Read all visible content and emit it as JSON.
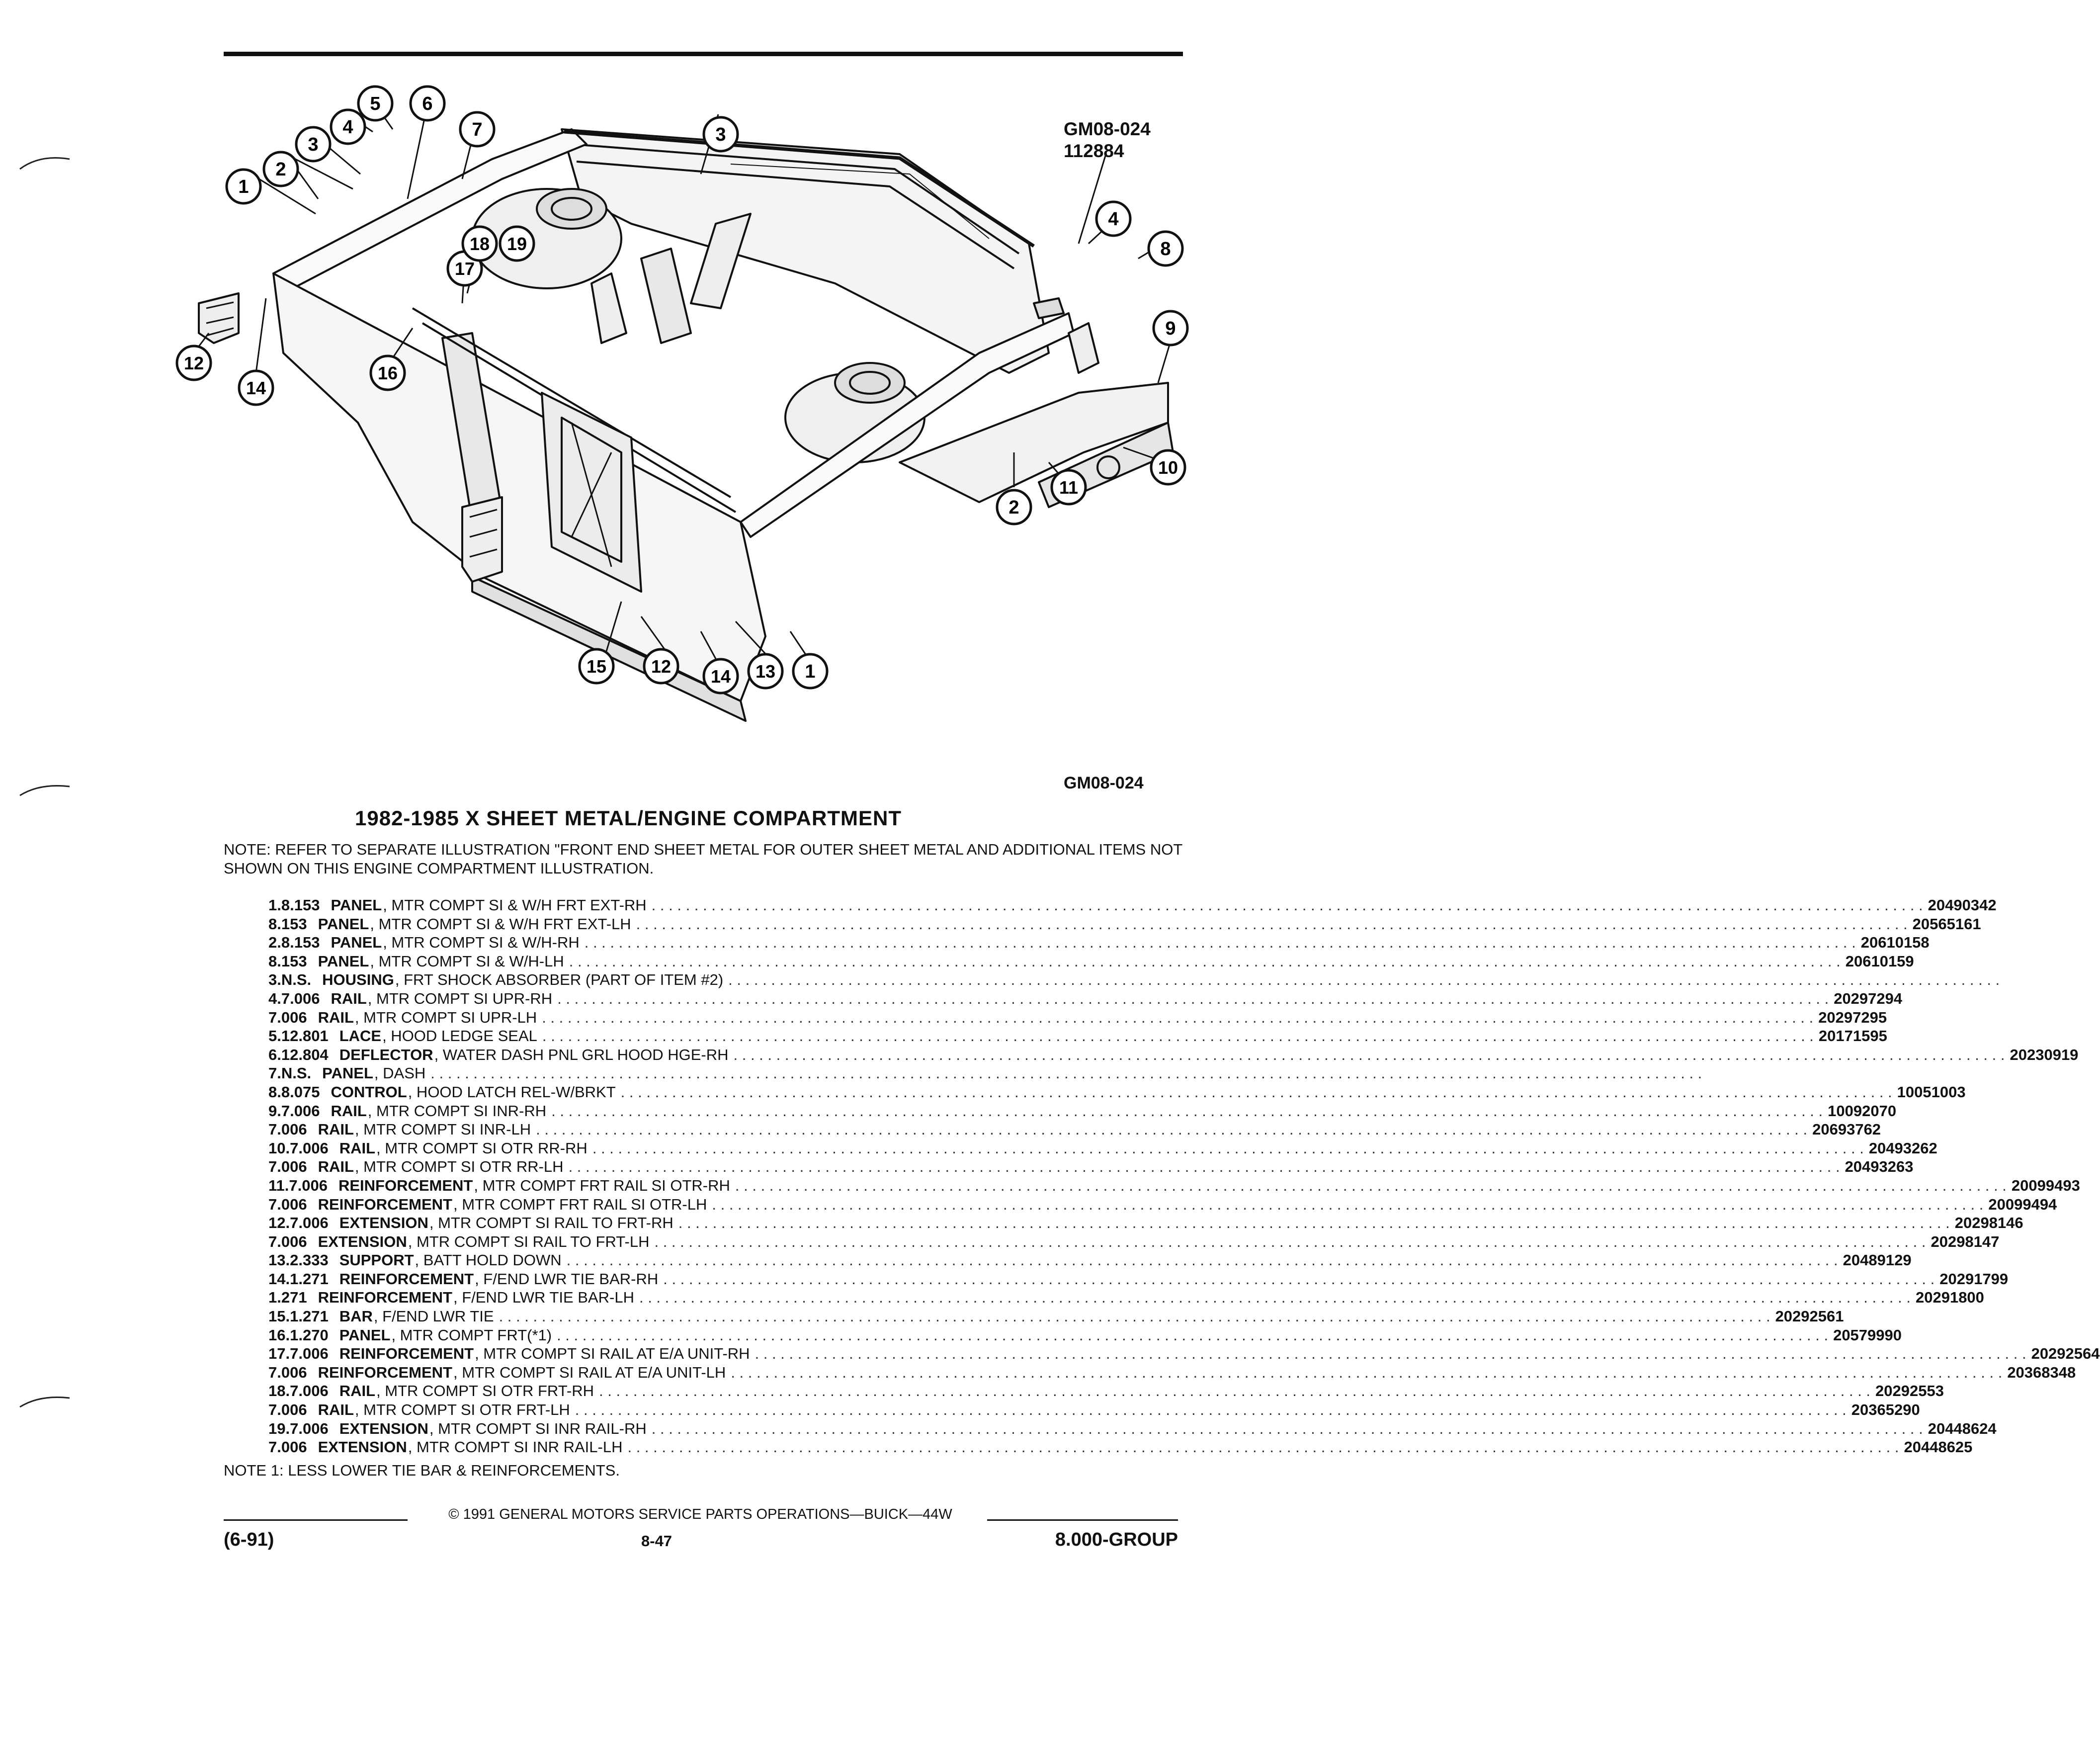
{
  "header": {
    "figure_code_top": "GM08-024",
    "figure_date": "112884",
    "figure_code_bottom": "GM08-024"
  },
  "callouts": [
    "1",
    "2",
    "3",
    "4",
    "5",
    "6",
    "7",
    "3",
    "2",
    "1",
    "4",
    "8",
    "9",
    "10",
    "11",
    "2",
    "12",
    "13",
    "14",
    "15",
    "16",
    "17",
    "18",
    "19",
    "12",
    "14",
    "1"
  ],
  "title": "1982-1985 X SHEET METAL/ENGINE COMPARTMENT",
  "note": "NOTE:  REFER TO SEPARATE ILLUSTRATION \"FRONT END SHEET METAL FOR OUTER SHEET METAL AND ADDITIONAL ITEMS NOT SHOWN ON THIS ENGINE COMPARTMENT ILLUSTRATION.",
  "parts": [
    {
      "item": "1.",
      "ref": "8.153",
      "noun": "PANEL",
      "desc": ", MTR COMPT SI & W/H FRT EXT-RH",
      "pn": "20490342"
    },
    {
      "item": "",
      "ref": "8.153",
      "noun": "PANEL",
      "desc": ", MTR COMPT SI & W/H FRT EXT-LH",
      "pn": "20565161"
    },
    {
      "item": "2.",
      "ref": "8.153",
      "noun": "PANEL",
      "desc": ", MTR COMPT SI & W/H-RH",
      "pn": "20610158"
    },
    {
      "item": "",
      "ref": "8.153",
      "noun": "PANEL",
      "desc": ", MTR COMPT SI & W/H-LH",
      "pn": "20610159"
    },
    {
      "item": "3.",
      "ref": "N.S.",
      "noun": "HOUSING",
      "desc": ", FRT SHOCK ABSORBER (PART OF ITEM #2)",
      "pn": ""
    },
    {
      "item": "4.",
      "ref": "7.006",
      "noun": "RAIL",
      "desc": ", MTR COMPT SI UPR-RH",
      "pn": "20297294"
    },
    {
      "item": "",
      "ref": "7.006",
      "noun": "RAIL",
      "desc": ", MTR COMPT SI UPR-LH",
      "pn": "20297295"
    },
    {
      "item": "5.",
      "ref": "12.801",
      "noun": "LACE",
      "desc": ", HOOD LEDGE SEAL",
      "pn": "20171595"
    },
    {
      "item": "6.",
      "ref": "12.804",
      "noun": "DEFLECTOR",
      "desc": ", WATER DASH PNL GRL HOOD HGE-RH",
      "pn": "20230919"
    },
    {
      "item": "7.",
      "ref": "N.S.",
      "noun": "PANEL",
      "desc": ", DASH",
      "pn": ""
    },
    {
      "item": "8.",
      "ref": "8.075",
      "noun": "CONTROL",
      "desc": ", HOOD LATCH REL-W/BRKT",
      "pn": "10051003"
    },
    {
      "item": "9.",
      "ref": "7.006",
      "noun": "RAIL",
      "desc": ", MTR COMPT SI INR-RH",
      "pn": "10092070"
    },
    {
      "item": "",
      "ref": "7.006",
      "noun": "RAIL",
      "desc": ", MTR COMPT SI INR-LH",
      "pn": "20693762"
    },
    {
      "item": "10.",
      "ref": "7.006",
      "noun": "RAIL",
      "desc": ", MTR COMPT SI OTR RR-RH",
      "pn": "20493262"
    },
    {
      "item": "",
      "ref": "7.006",
      "noun": "RAIL",
      "desc": ", MTR COMPT SI OTR RR-LH",
      "pn": "20493263"
    },
    {
      "item": "11.",
      "ref": "7.006",
      "noun": "REINFORCEMENT",
      "desc": ", MTR COMPT FRT RAIL SI OTR-RH",
      "pn": "20099493"
    },
    {
      "item": "",
      "ref": "7.006",
      "noun": "REINFORCEMENT",
      "desc": ", MTR COMPT FRT RAIL SI OTR-LH",
      "pn": "20099494"
    },
    {
      "item": "12.",
      "ref": "7.006",
      "noun": "EXTENSION",
      "desc": ", MTR COMPT SI RAIL TO FRT-RH",
      "pn": "20298146"
    },
    {
      "item": "",
      "ref": "7.006",
      "noun": "EXTENSION",
      "desc": ", MTR COMPT SI RAIL TO FRT-LH",
      "pn": "20298147"
    },
    {
      "item": "13.",
      "ref": "2.333",
      "noun": "SUPPORT",
      "desc": ", BATT HOLD DOWN",
      "pn": "20489129"
    },
    {
      "item": "14.",
      "ref": "1.271",
      "noun": "REINFORCEMENT",
      "desc": ", F/END LWR TIE BAR-RH",
      "pn": "20291799"
    },
    {
      "item": "",
      "ref": "1.271",
      "noun": "REINFORCEMENT",
      "desc": ", F/END LWR TIE BAR-LH",
      "pn": "20291800"
    },
    {
      "item": "15.",
      "ref": "1.271",
      "noun": "BAR",
      "desc": ", F/END LWR TIE",
      "pn": "20292561"
    },
    {
      "item": "16.",
      "ref": "1.270",
      "noun": "PANEL",
      "desc": ", MTR COMPT FRT(*1)",
      "pn": "20579990"
    },
    {
      "item": "17.",
      "ref": "7.006",
      "noun": "REINFORCEMENT",
      "desc": ", MTR COMPT SI RAIL AT E/A UNIT-RH",
      "pn": "20292564"
    },
    {
      "item": "",
      "ref": "7.006",
      "noun": "REINFORCEMENT",
      "desc": ", MTR COMPT SI RAIL AT E/A UNIT-LH",
      "pn": "20368348"
    },
    {
      "item": "18.",
      "ref": "7.006",
      "noun": "RAIL",
      "desc": ", MTR COMPT SI OTR FRT-RH",
      "pn": "20292553"
    },
    {
      "item": "",
      "ref": "7.006",
      "noun": "RAIL",
      "desc": ", MTR COMPT SI OTR FRT-LH",
      "pn": "20365290"
    },
    {
      "item": "19.",
      "ref": "7.006",
      "noun": "EXTENSION",
      "desc": ", MTR COMPT SI INR RAIL-RH",
      "pn": "20448624"
    },
    {
      "item": "",
      "ref": "7.006",
      "noun": "EXTENSION",
      "desc": ", MTR COMPT SI INR RAIL-LH",
      "pn": "20448625"
    }
  ],
  "footnote": "NOTE 1:  LESS LOWER TIE BAR & REINFORCEMENTS.",
  "footer": {
    "copyright": "© 1991 GENERAL MOTORS SERVICE PARTS OPERATIONS—BUICK—44W",
    "date": "(6-91)",
    "page": "8-47",
    "group": "8.000-GROUP"
  }
}
